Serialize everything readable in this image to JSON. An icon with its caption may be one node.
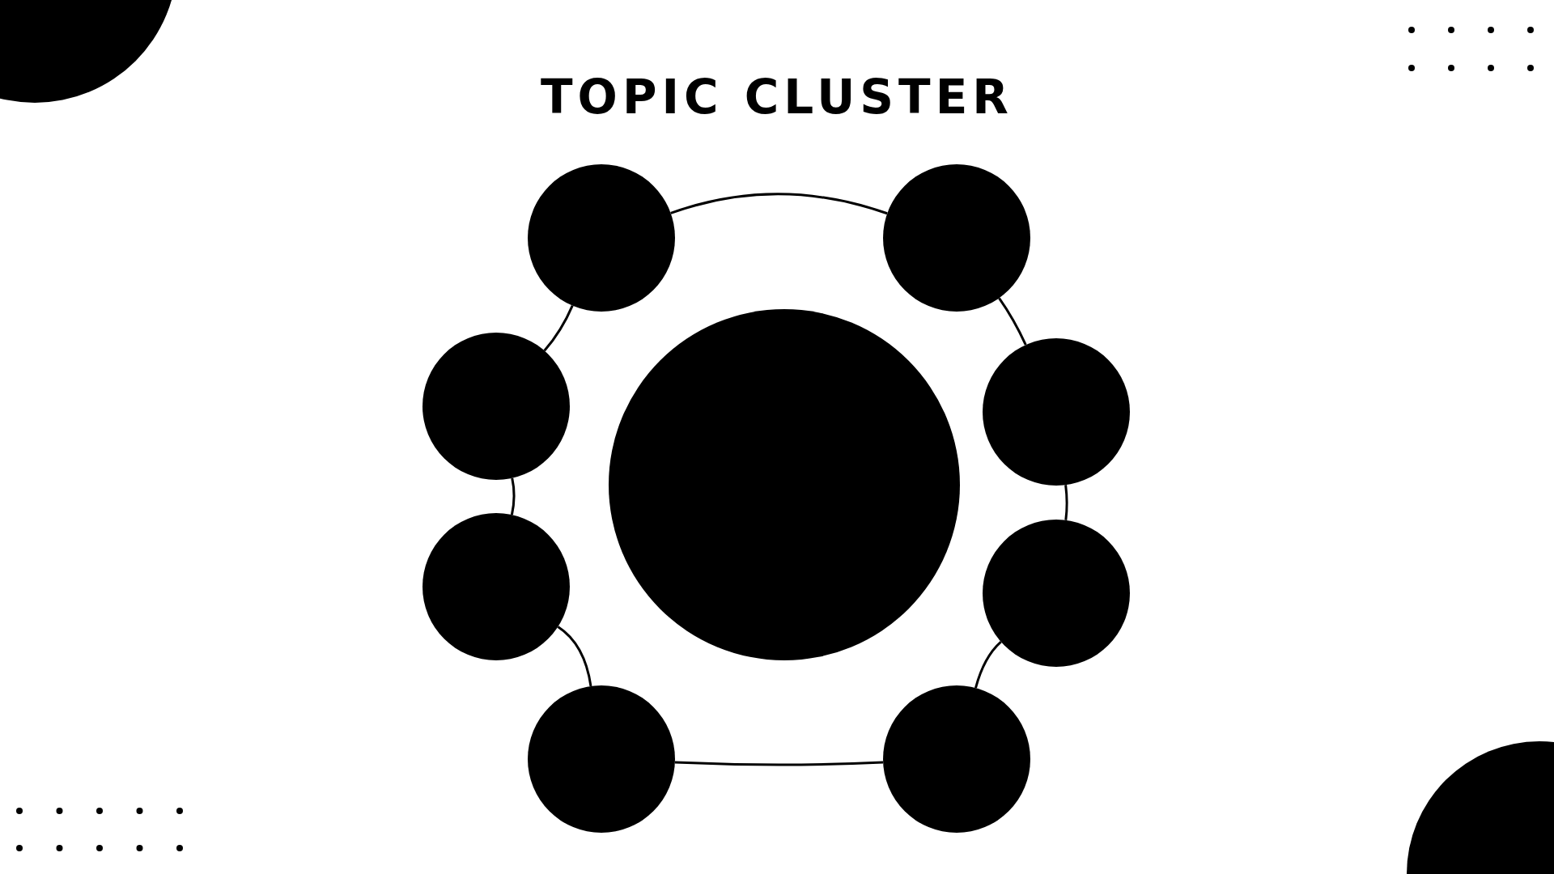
{
  "diagram": {
    "title": "TOPIC CLUSTER",
    "nodes": [
      {
        "text": [],
        "shape": "circle"
      },
      {
        "text": [],
        "shape": "circle"
      },
      {
        "text": [],
        "shape": "circle"
      },
      {
        "text": [],
        "shape": "circle"
      },
      {
        "text": [],
        "shape": "circle"
      },
      {
        "text": [],
        "shape": "circle"
      },
      {
        "text": [],
        "shape": "circle"
      },
      {
        "text": [],
        "shape": "circle"
      },
      {
        "text": [],
        "shape": "circle"
      }
    ],
    "edges": [
      {
        "from": 0,
        "to": 1,
        "arrow": "none"
      },
      {
        "from": 0,
        "to": 3,
        "arrow": "none"
      },
      {
        "from": 3,
        "to": 5,
        "arrow": "none"
      },
      {
        "from": 5,
        "to": 7,
        "arrow": "none"
      },
      {
        "from": 7,
        "to": 8,
        "arrow": "none"
      },
      {
        "from": 8,
        "to": 6,
        "arrow": "none"
      },
      {
        "from": 6,
        "to": 4,
        "arrow": "none"
      },
      {
        "from": 4,
        "to": 1,
        "arrow": "none"
      }
    ]
  }
}
